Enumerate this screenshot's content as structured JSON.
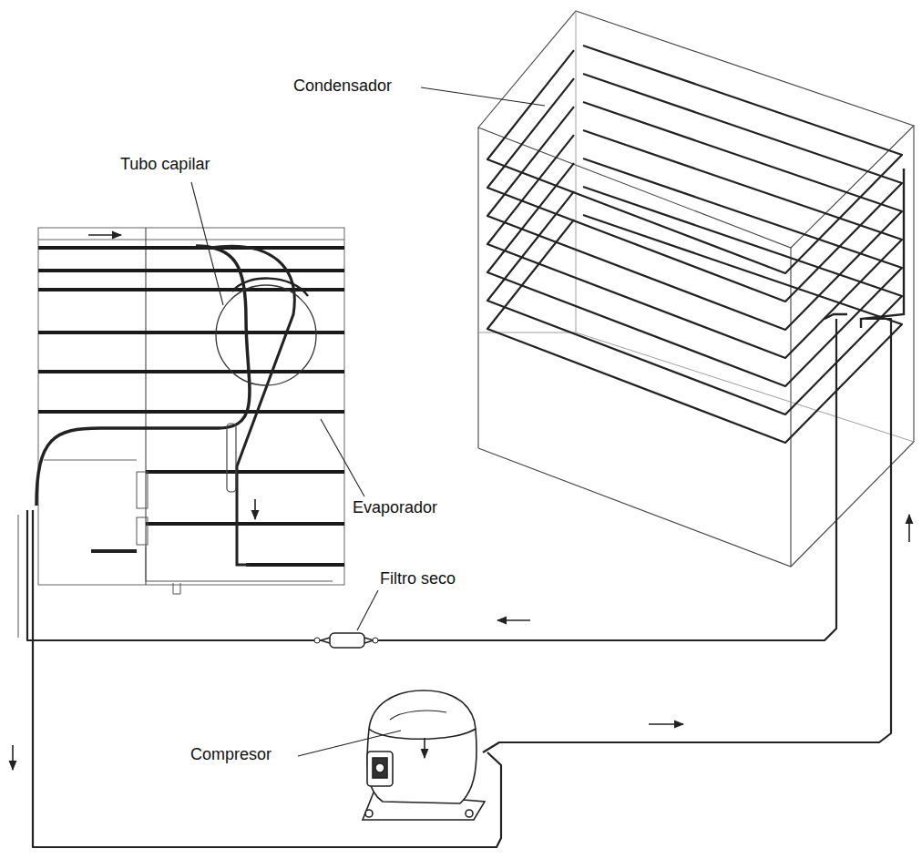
{
  "diagram": {
    "labels": [
      "Condensador",
      "Tubo capilar",
      "Evaporador",
      "Filtro seco",
      "Compresor"
    ]
  }
}
